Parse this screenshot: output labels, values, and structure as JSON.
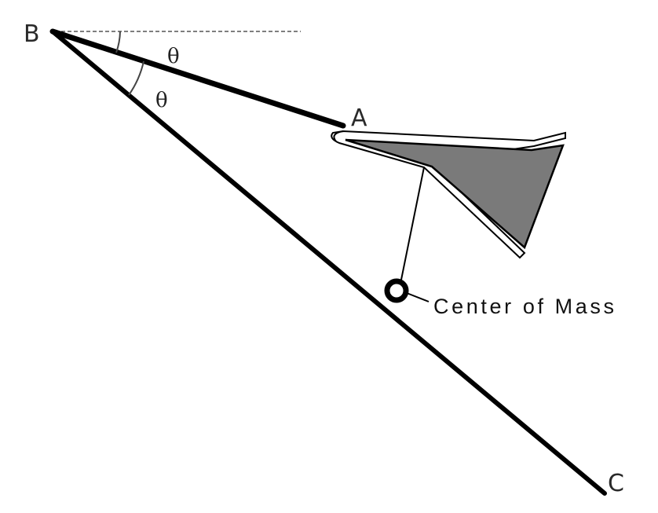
{
  "points": {
    "b": "B",
    "a": "A",
    "c": "C"
  },
  "angles": {
    "upper": "θ",
    "lower": "θ"
  },
  "annotation": {
    "center_of_mass": "Center of Mass"
  },
  "colors": {
    "line": "#000000",
    "fill": "#7a7a7a"
  }
}
